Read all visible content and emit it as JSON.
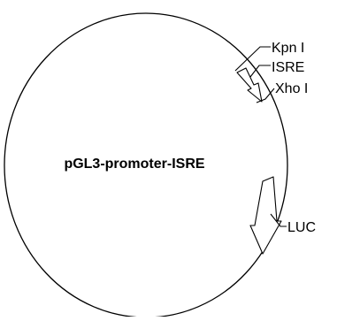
{
  "plasmid": {
    "name": "pGL3-promoter-ISRE",
    "features": {
      "kpn": "Kpn I",
      "isre": "ISRE",
      "xho": "Xho I",
      "luc": "LUC"
    }
  },
  "colors": {
    "stroke": "#000000",
    "background": "#ffffff"
  }
}
